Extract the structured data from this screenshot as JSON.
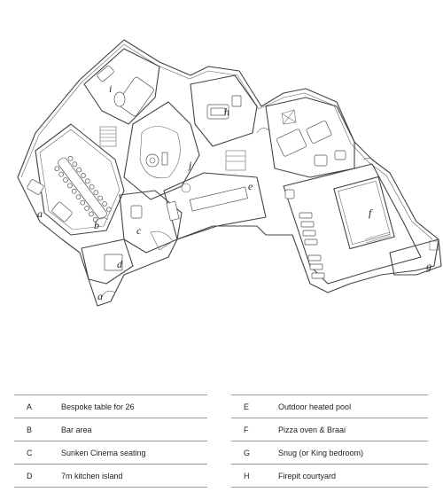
{
  "plan": {
    "markers": [
      "a",
      "a",
      "b",
      "c",
      "d",
      "e",
      "f",
      "g",
      "h",
      "i",
      "j"
    ]
  },
  "legend": {
    "left": [
      {
        "key": "A",
        "label": "Bespoke table for 26"
      },
      {
        "key": "B",
        "label": "Bar area"
      },
      {
        "key": "C",
        "label": "Sunken Cinema seating"
      },
      {
        "key": "D",
        "label": "7m kitchen island"
      }
    ],
    "right": [
      {
        "key": "E",
        "label": "Outdoor heated pool"
      },
      {
        "key": "F",
        "label": "Pizza oven & Braai"
      },
      {
        "key": "G",
        "label": "Snug (or King bedroom)"
      },
      {
        "key": "H",
        "label": "Firepit courtyard"
      }
    ]
  }
}
